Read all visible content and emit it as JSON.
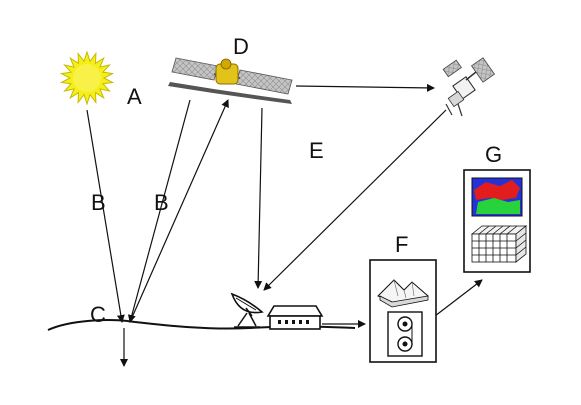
{
  "labels": {
    "a": "A",
    "b1": "B",
    "b2": "B",
    "c": "C",
    "d": "D",
    "e": "E",
    "f": "F",
    "g": "G"
  },
  "colors": {
    "sun_fill": "#f4ee1a",
    "sun_stroke": "#c9b800",
    "ink": "#111111",
    "satellite_panel": "#b9b9b9",
    "satellite_body": "#e3c21a",
    "map_blue": "#2432d8",
    "map_red": "#e11d1d",
    "map_green": "#27d23a"
  },
  "icons": {
    "sun": "sun-icon",
    "satellite": "satellite-icon",
    "relay_satellite": "relay-satellite-icon",
    "dish": "satellite-dish-icon",
    "station": "ground-station-icon",
    "terrain": "terrain-model-icon",
    "tape": "tape-reels-icon",
    "map": "classified-map-icon",
    "grid": "data-cube-icon"
  }
}
